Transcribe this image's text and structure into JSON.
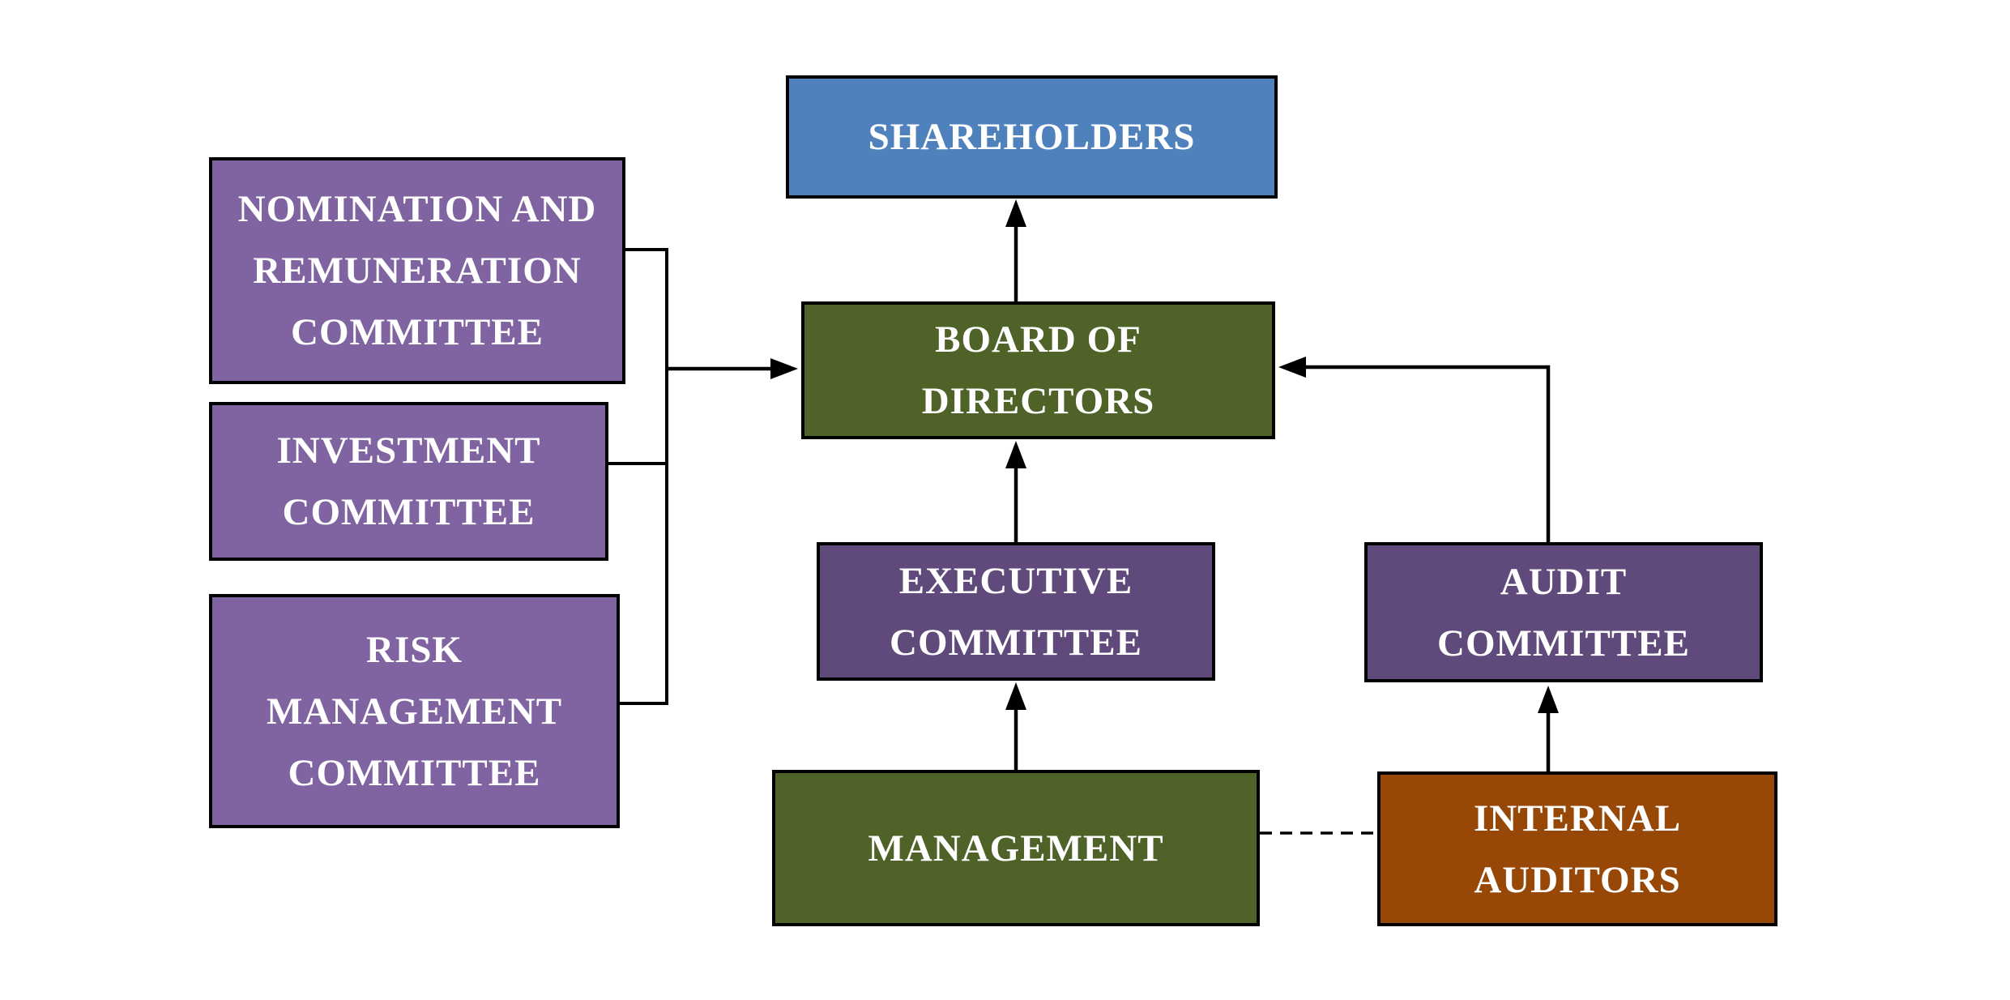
{
  "diagram": {
    "type": "corporate-governance-org-chart",
    "background": "#ffffff",
    "line_color": "#000000",
    "text_color": "#ffffff"
  },
  "colors": {
    "blue": "#4F81BD",
    "olive_green": "#4F6228",
    "light_purple": "#8064A2",
    "dark_purple": "#604A7B",
    "brown_orange": "#974706"
  },
  "boxes": {
    "shareholders": {
      "lines": [
        "SHAREHOLDERS"
      ],
      "color": "#4F81BD"
    },
    "board": {
      "lines": [
        "BOARD OF",
        "DIRECTORS"
      ],
      "color": "#4F6228"
    },
    "nomination": {
      "lines": [
        "NOMINATION AND",
        "REMUNERATION",
        "COMMITTEE"
      ],
      "color": "#8064A2"
    },
    "investment": {
      "lines": [
        "INVESTMENT",
        "COMMITTEE"
      ],
      "color": "#8064A2"
    },
    "risk": {
      "lines": [
        "RISK",
        "MANAGEMENT",
        "COMMITTEE"
      ],
      "color": "#8064A2"
    },
    "executive": {
      "lines": [
        "EXECUTIVE",
        "COMMITTEE"
      ],
      "color": "#604A7B"
    },
    "audit": {
      "lines": [
        "AUDIT",
        "COMMITTEE"
      ],
      "color": "#604A7B"
    },
    "management": {
      "lines": [
        "MANAGEMENT"
      ],
      "color": "#4F6228"
    },
    "internal_auditors": {
      "lines": [
        "INTERNAL",
        "AUDITORS"
      ],
      "color": "#974706"
    }
  },
  "connectors": [
    {
      "from": "board",
      "to": "shareholders",
      "style": "solid-arrow"
    },
    {
      "from": "executive",
      "to": "board",
      "style": "solid-arrow"
    },
    {
      "from": "management",
      "to": "executive",
      "style": "solid-arrow"
    },
    {
      "from": "internal_auditors",
      "to": "audit",
      "style": "solid-arrow"
    },
    {
      "from": "audit",
      "to": "board",
      "style": "elbow-arrow"
    },
    {
      "from": "nomination",
      "to": "board",
      "style": "bus-arrow"
    },
    {
      "from": "investment",
      "to": "board",
      "style": "bus-arrow"
    },
    {
      "from": "risk",
      "to": "board",
      "style": "bus-arrow"
    },
    {
      "from": "management",
      "to": "internal_auditors",
      "style": "dashed-line"
    }
  ]
}
